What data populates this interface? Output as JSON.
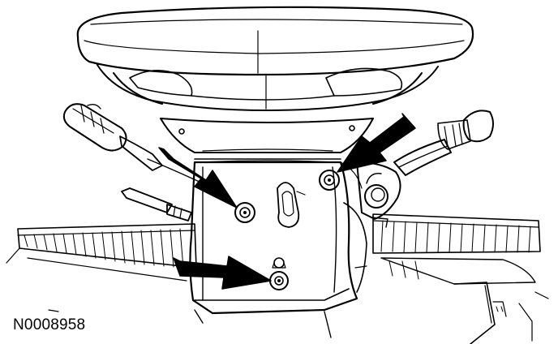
{
  "figure": {
    "id_label": "N0008958",
    "colors": {
      "ink": "#000000",
      "paper": "#ffffff"
    },
    "callout_arrows": [
      {
        "name": "arrow-left-fastener"
      },
      {
        "name": "arrow-right-fastener"
      },
      {
        "name": "arrow-lower-fastener"
      }
    ]
  }
}
